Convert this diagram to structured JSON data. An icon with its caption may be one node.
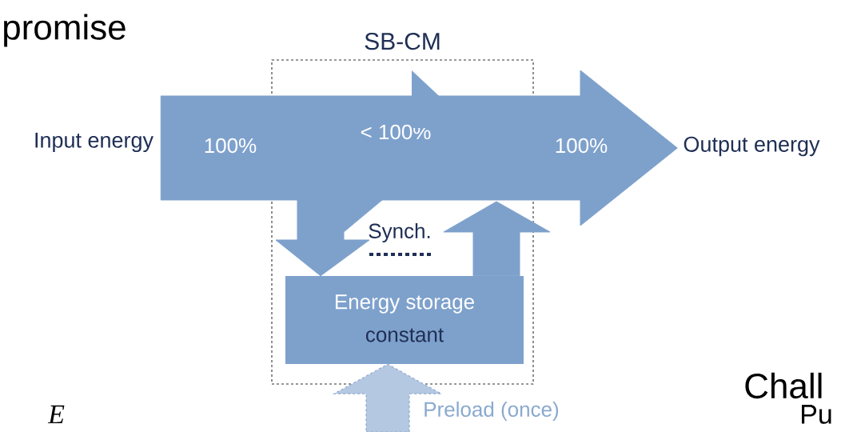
{
  "diagram": {
    "nodes": [
      {
        "text": [
          "SB-CM"
        ]
      },
      {
        "text": [
          "Input energy"
        ]
      },
      {
        "text": [
          "Output energy"
        ]
      },
      {
        "text": [
          "Energy storage",
          "constant"
        ],
        "in": 0
      }
    ],
    "edges": [
      {
        "from": 1,
        "to": 2,
        "arrow": "to",
        "label": "< 100%",
        "style": "thick"
      },
      {
        "from": null,
        "to": 3,
        "arrow": "to",
        "style": "thick"
      },
      {
        "from": 3,
        "to": null,
        "arrow": "to",
        "style": "thick"
      },
      {
        "from": null,
        "to": 3,
        "arrow": "to",
        "style": "dashed",
        "color": "#b4c8e2",
        "label": "Preload (once)"
      }
    ],
    "labels": [
      "promise",
      "100%",
      "Synch.",
      "100%",
      "Chall",
      "E",
      "Pu"
    ]
  }
}
